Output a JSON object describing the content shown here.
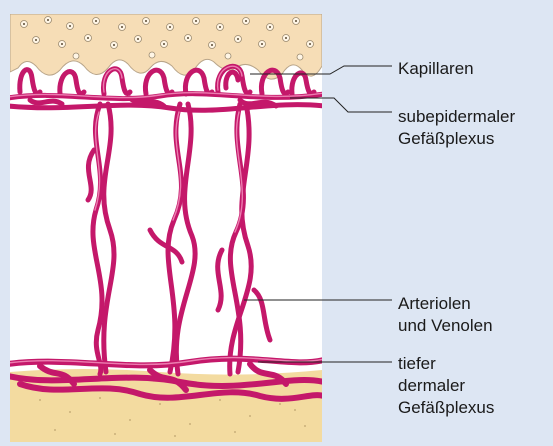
{
  "labels": {
    "kapillaren": [
      "Kapillaren"
    ],
    "subepidermal": [
      "subepidermaler",
      "Gefäßplexus"
    ],
    "arteriolen": [
      "Arteriolen",
      "und Venolen"
    ],
    "tiefer": [
      "tiefer",
      "dermaler",
      "Gefäßplexus"
    ]
  },
  "colors": {
    "background": "#dde6f3",
    "epidermis": "#f6ddb6",
    "dermis": "#ffffff",
    "subcutis": "#f3dba0",
    "vessel": "#c4186a",
    "vessel_highlight": "#ec7db0",
    "leader": "#222222"
  }
}
